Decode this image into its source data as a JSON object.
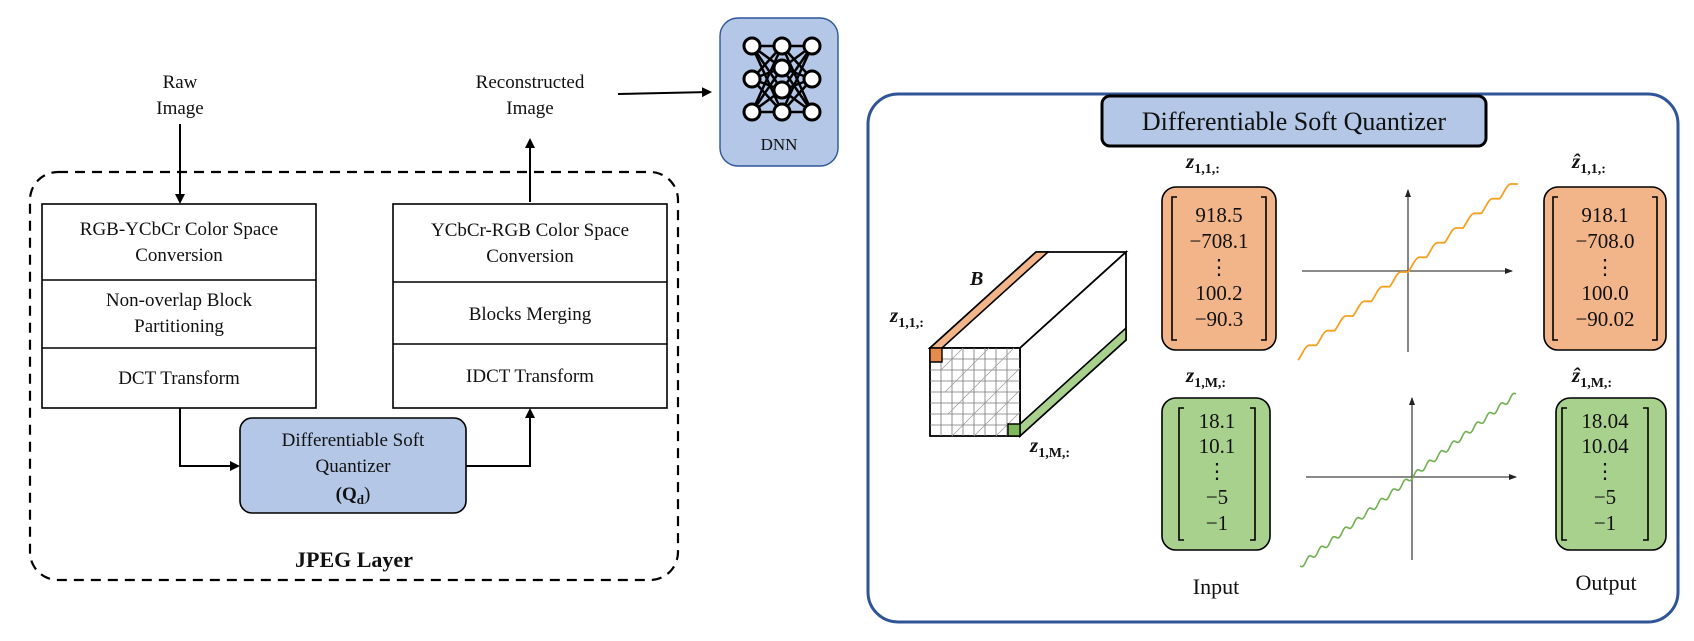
{
  "pipeline": {
    "raw_input": {
      "line1": "Raw",
      "line2": "Image"
    },
    "reconstructed_output": {
      "line1": "Reconstructed",
      "line2": "Image"
    },
    "dnn_label": "DNN",
    "encoder_steps": [
      {
        "line1": "RGB-YCbCr Color Space",
        "line2": "Conversion"
      },
      {
        "line1": "Non-overlap Block",
        "line2": "Partitioning"
      },
      {
        "line1": "DCT Transform",
        "line2": ""
      }
    ],
    "decoder_steps": [
      {
        "line1": "YCbCr-RGB Color Space",
        "line2": "Conversion"
      },
      {
        "line1": "Blocks Merging",
        "line2": ""
      },
      {
        "line1": "IDCT Transform",
        "line2": ""
      }
    ],
    "quantizer": {
      "line1": "Differentiable Soft",
      "line2": "Quantizer",
      "symbol": "(Q",
      "subscript": "d",
      "close": ")"
    },
    "layer_label": "JPEG Layer"
  },
  "detail_panel": {
    "title": "Differentiable Soft Quantizer",
    "block_label": "B",
    "slice_top": {
      "base": "z",
      "sub": "1,1,:"
    },
    "slice_bottom": {
      "base": "z",
      "sub": "1,M,:"
    },
    "input_top": {
      "head_base": "z",
      "head_sub": "1,1,:",
      "values": [
        "918.5",
        "−708.1",
        "⋮",
        "100.2",
        "−90.3"
      ]
    },
    "input_bottom": {
      "head_base": "z",
      "head_sub": "1,M,:",
      "values": [
        "18.1",
        "10.1",
        "⋮",
        "−5",
        "−1"
      ]
    },
    "output_top": {
      "head_base": "ẑ",
      "head_sub": "1,1,:",
      "values": [
        "918.1",
        "−708.0",
        "⋮",
        "100.0",
        "−90.02"
      ]
    },
    "output_bottom": {
      "head_base": "ẑ",
      "head_sub": "1,M,:",
      "values": [
        "18.04",
        "10.04",
        "⋮",
        "−5",
        "−1"
      ]
    },
    "input_label": "Input",
    "output_label": "Output",
    "colors": {
      "orange": "#f2b58a",
      "green": "#a9d18e",
      "stair_orange": "#f5a020",
      "wave_green": "#70b050",
      "frame_blue": "#2f5597",
      "box_blue": "#b4c7e7"
    }
  }
}
